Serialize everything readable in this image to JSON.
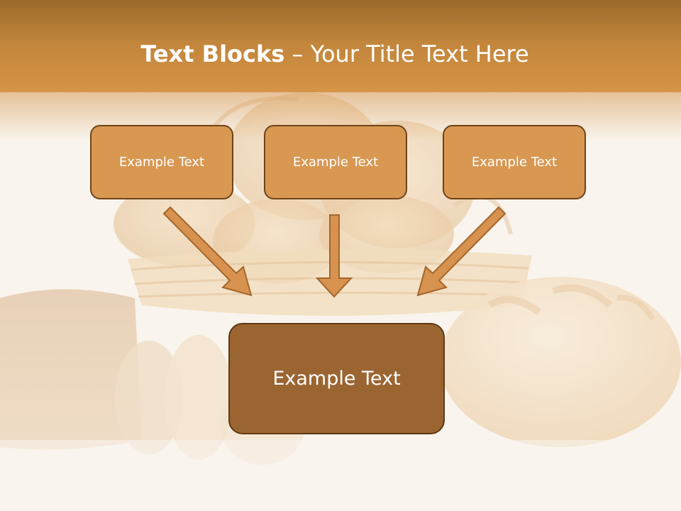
{
  "slide": {
    "title_bold": "Text Blocks",
    "title_rest": " – Your Title Text Here"
  },
  "blocks": [
    {
      "label": "Example Text"
    },
    {
      "label": "Example Text"
    },
    {
      "label": "Example Text"
    }
  ],
  "main_block": {
    "label": "Example Text"
  },
  "colors": {
    "header": "#c1853b",
    "box_fill": "#d89852",
    "box_border": "#6f4418",
    "main_fill": "#9b6532",
    "arrow": "#d6924e"
  }
}
